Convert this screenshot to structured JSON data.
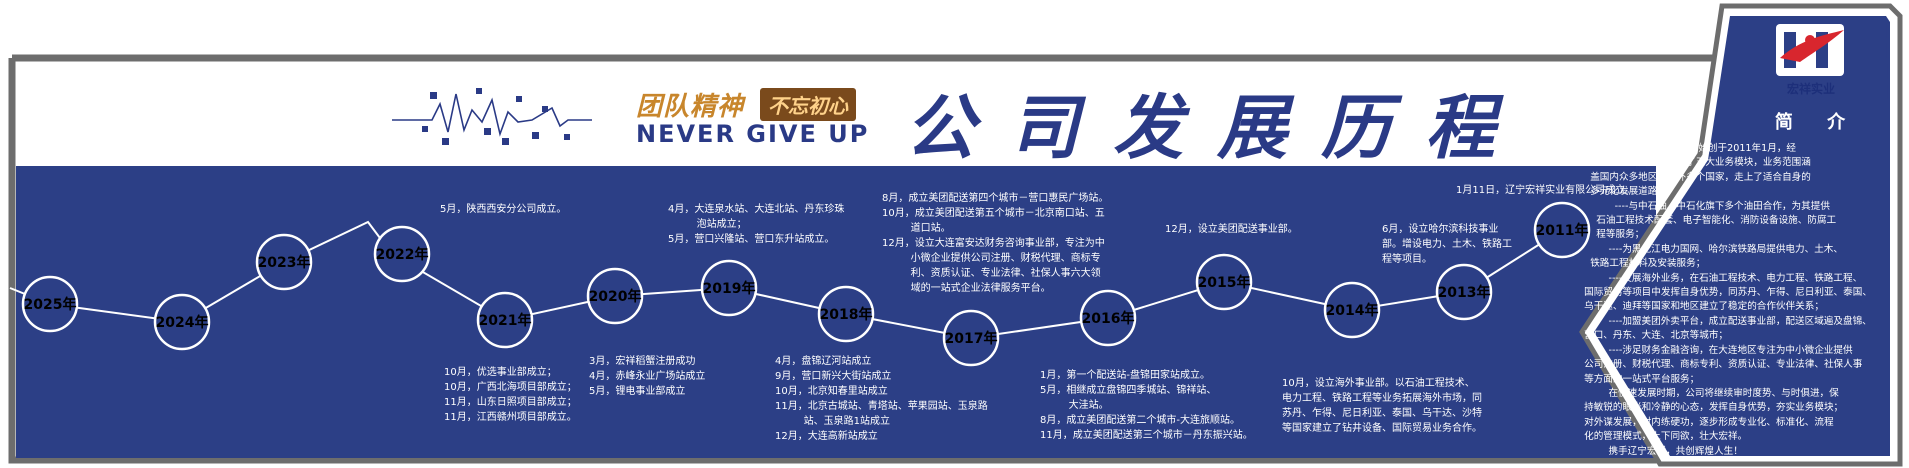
{
  "header": {
    "slogan_cn": "团队精神",
    "slogan_badge": "不忘初心",
    "slogan_en": "NEVER GIVE UP",
    "title": "公司发展历程"
  },
  "logo": {
    "name": "宏祥实业"
  },
  "intro": {
    "title": "简 介",
    "body": "        辽宁宏祥实业有限公司始创于2011年1月，经\n    过多年发展，公司形成了五大业务模块，业务范围涵\n    盖国内众多地区，国外多个国家，走上了适合自身的\n    多元化发展道路。\n            ----与中石油、中石化旗下多个油田合作，为其提供\n      石油工程技术配套、电子智能化、消防设备设施、防腐工\n      程等服务；\n          ----为黑龙江电力国网、哈尔滨铁路局提供电力、土木、\n    铁路工程材料及安装服务；\n          ----发展海外业务，在石油工程技术、电力工程、铁路工程、\n  国际贸易等项目中发挥自身优势，同苏丹、乍得、尼日利亚、泰国、\n  乌干达、迪拜等国家和地区建立了稳定的合作伙伴关系；\n          ----加盟美团外卖平台，成立配送事业部，配送区域遍及盘锦、\n  营口、丹东、大连、北京等城市；\n          ----涉足财务金融咨询，在大连地区专注为中小微企业提供\n  公司注册、财税代理、商标专利、资质认证、专业法律、社保人事\n  等方面的一站式平台服务；\n          在快速发展时期，公司将继续审时度势、与时俱进，保\n  持敏锐的眼光和冷静的心态，发挥自身优势，夯实业务模块；\n  对外谋发展，对内练硬功，逐步形成专业化、标准化、流程\n  化的管理模式，上下同欲，壮大宏祥。\n          携手辽宁宏祥，共创辉煌人生！"
  },
  "timeline": [
    {
      "year": "2025年"
    },
    {
      "year": "2024年"
    },
    {
      "year": "2023年"
    },
    {
      "year": "2022年"
    },
    {
      "year": "2021年"
    },
    {
      "year": "2020年"
    },
    {
      "year": "2019年"
    },
    {
      "year": "2018年"
    },
    {
      "year": "2017年"
    },
    {
      "year": "2016年"
    },
    {
      "year": "2015年"
    },
    {
      "year": "2014年"
    },
    {
      "year": "2013年"
    },
    {
      "year": "2011年"
    }
  ],
  "events": {
    "e2022": "5月，陕西西安分公司成立。",
    "e2021": "10月，优选事业部成立；\n10月，广西北海项目部成立；\n11月，山东日照项目部成立；\n11月，江西赣州项目部成立。",
    "e2020": "3月，宏祥稻蟹注册成功\n4月，赤峰永业广场站成立\n5月，锂电事业部成立",
    "e2019": "4月，大连泉水站、大连北站、丹东珍珠\n         泡站成立；\n5月，营口兴隆站、营口东升站成立。",
    "e2018": "4月，盘锦辽河站成立\n9月，营口新兴大街站成立\n10月，北京知春里站成立\n11月，北京古城站、青塔站、苹果园站、玉泉路\n         站、玉泉路1站成立\n12月，大连高新站成立",
    "e2017": "8月，成立美团配送第四个城市－营口惠民广场站。\n10月，成立美团配送第五个城市－北京南口站、五\n         道口站。\n12月，设立大连富安达财务咨询事业部，专注为中\n         小微企业提供公司注册、财税代理、商标专\n         利、资质认证、专业法律、社保人事六大领\n         域的一站式企业法律服务平台。",
    "e2016": "1月，第一个配送站-盘锦田家站成立。\n5月，相继成立盘锦四季城站、锦祥站、\n         大洼站。\n8月，成立美团配送第二个城市-大连旅顺站。\n11月，成立美团配送第三个城市－丹东振兴站。",
    "e2015": "12月，设立美团配送事业部。",
    "e2014": "10月，设立海外事业部。以石油工程技术、\n电力工程、铁路工程等业务拓展海外市场，同\n苏丹、乍得、尼日利亚、泰国、乌干达、沙特\n等国家建立了钻井设备、国际贸易业务合作。",
    "e2013": "6月，设立哈尔滨科技事业\n部。增设电力、土木、铁路工\n程等项目。",
    "e2011": "1月11日，辽宁宏祥实业有限公司成立。"
  },
  "colors": {
    "navy": "#2c3f86",
    "title_blue": "#2a3a86",
    "frame_gray": "#6d6d6d",
    "gold": "#c8862c"
  }
}
